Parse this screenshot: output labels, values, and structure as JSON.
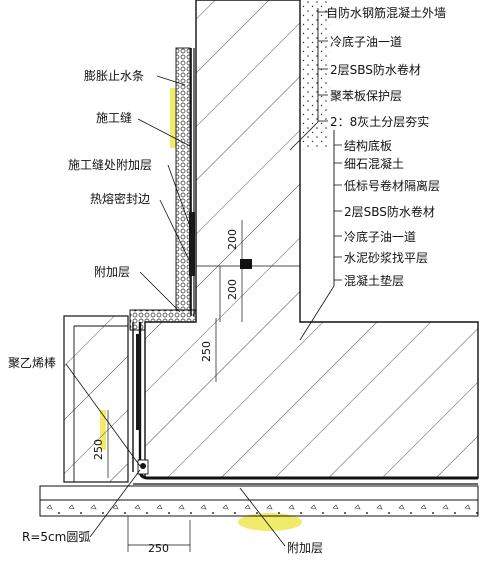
{
  "right_labels": [
    "自防水钢筋混凝土外墙",
    "冷底子油一道",
    "2层SBS防水卷材",
    "聚苯板保护层",
    "2：8灰土分层夯实",
    "结构底板",
    "细石混凝土",
    "低标号卷材隔离层",
    "2层SBS防水卷材",
    "冷底子油一道",
    "水泥砂浆找平层",
    "混凝土垫层"
  ],
  "left_labels": {
    "expansion_strip": "膨胀止水条",
    "construction_joint": "施工缝",
    "joint_additional_layer": "施工缝处附加层",
    "hot_melt_seal": "热熔密封边",
    "additional_layer": "附加层",
    "polyethylene_rod": "聚乙烯棒",
    "radius_note": "R=5cm圆弧",
    "bottom_additional_layer": "附加层"
  },
  "dimensions": {
    "d200_upper": "200",
    "d200_lower": "200",
    "d250_diag": "250",
    "d250_left": "250",
    "d250_bottom": "250"
  },
  "colors": {
    "line": "#111111",
    "highlight": "#f2ea6a",
    "membrane": "#1a1a1a"
  }
}
